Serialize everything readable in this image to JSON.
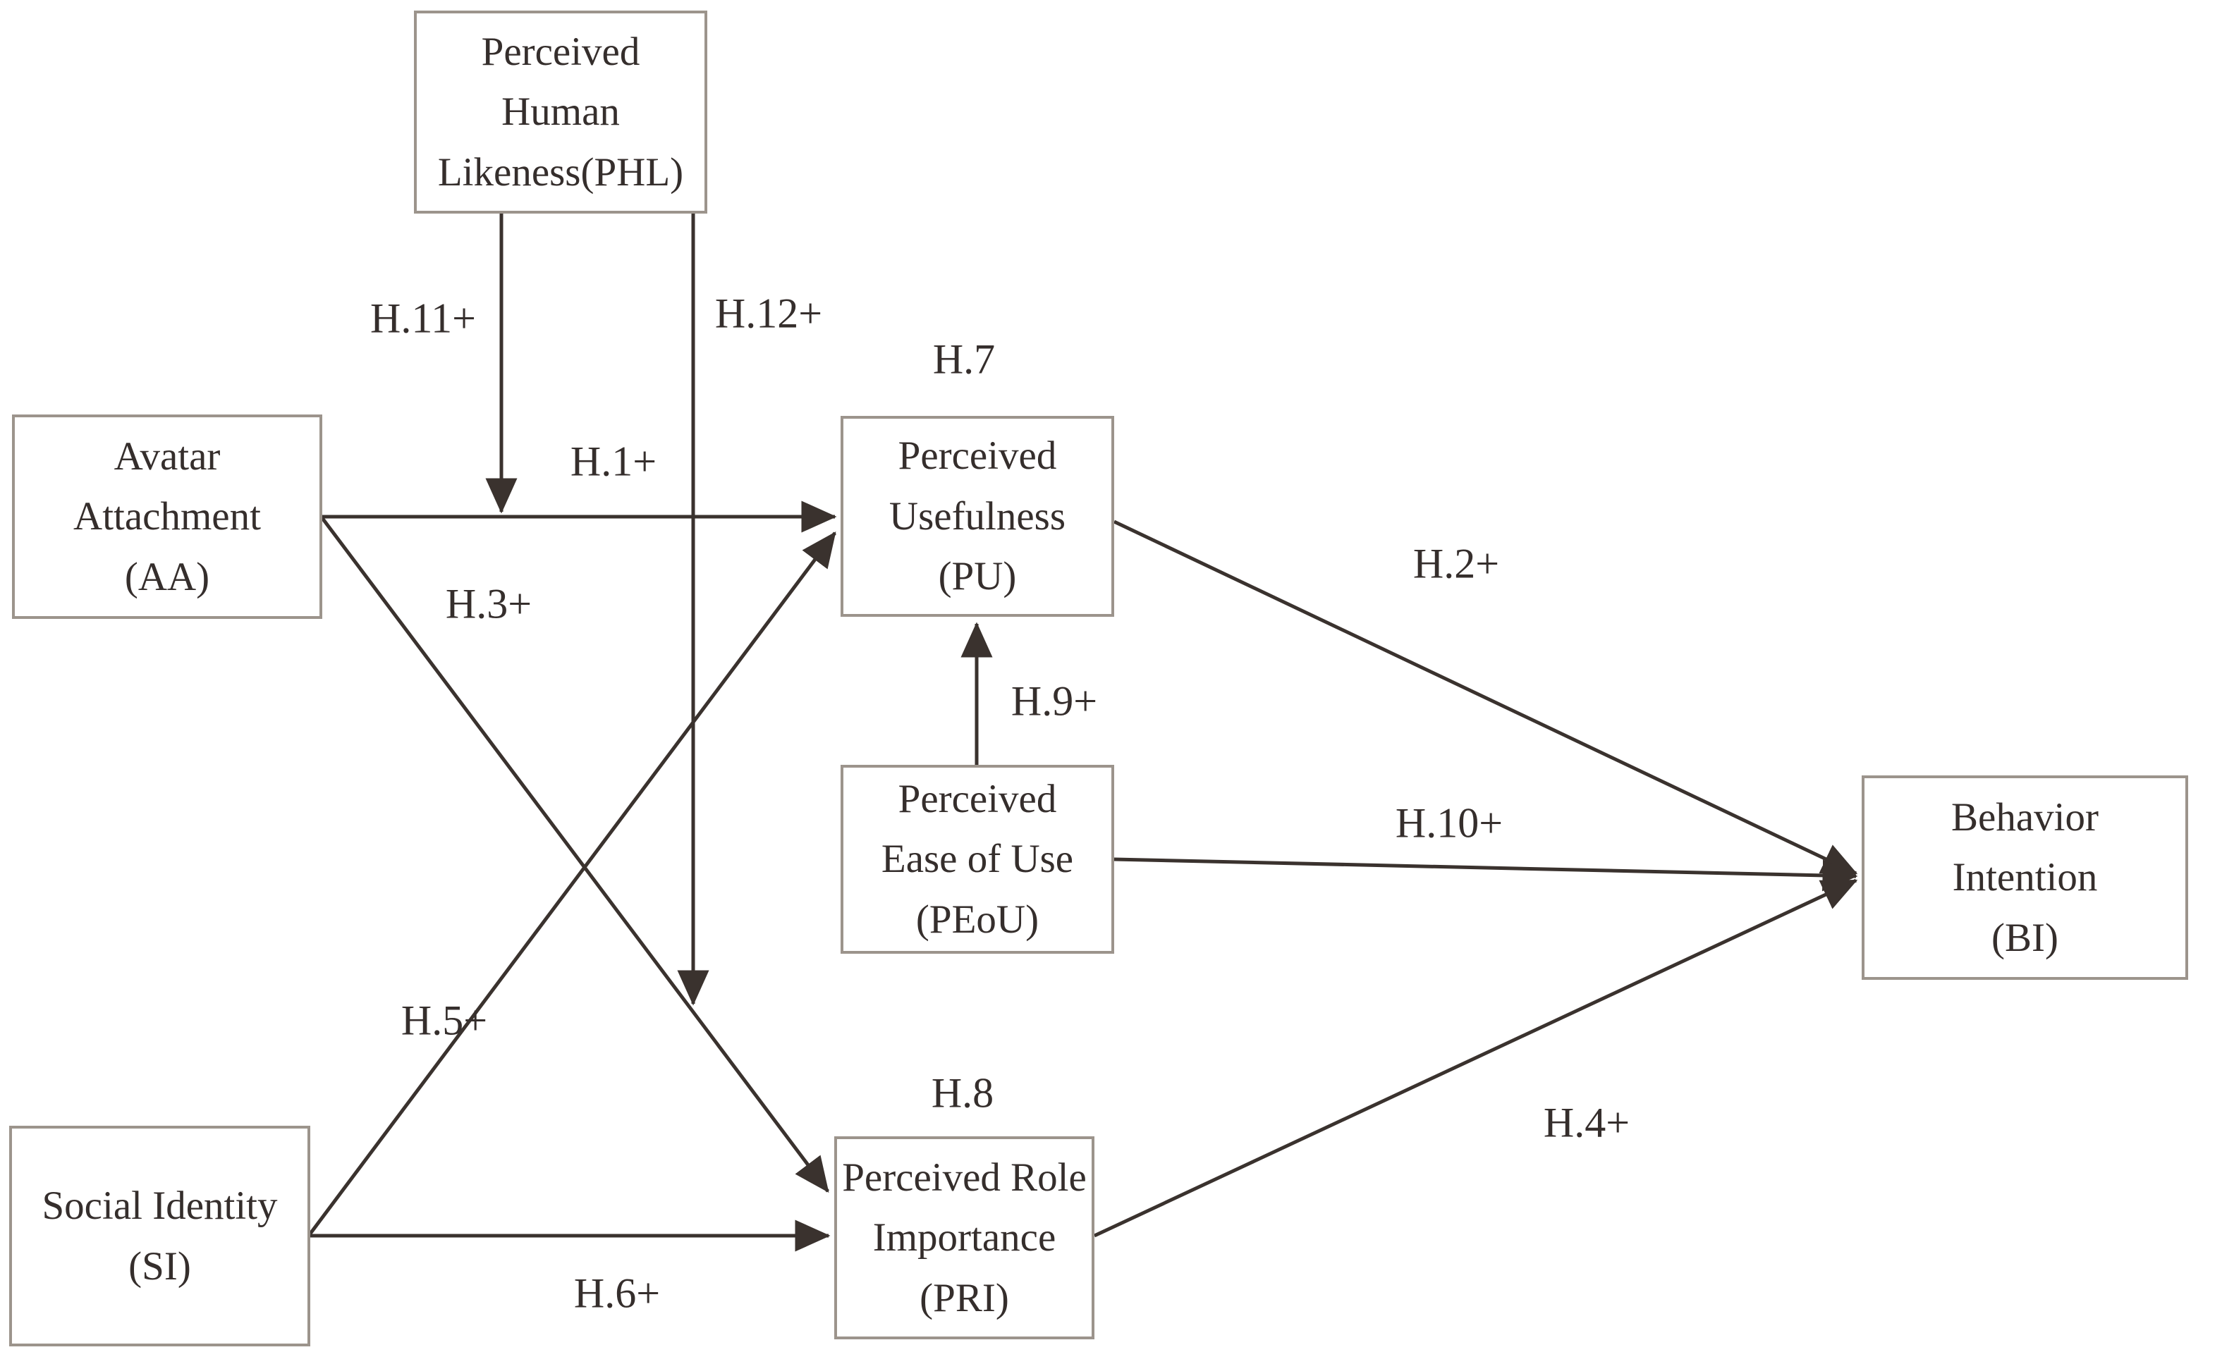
{
  "title": "Research model hypothesis diagram",
  "theme": {
    "background": "#ffffff",
    "box_border_color": "#9c948c",
    "arrow_color": "#3a322e",
    "text_color": "#352e2c"
  },
  "nodes": {
    "phl": {
      "label": "Perceived\nHuman\nLikeness(PHL)"
    },
    "aa": {
      "label": "Avatar\nAttachment\n(AA)"
    },
    "pu": {
      "label": "Perceived\nUsefulness\n(PU)"
    },
    "peou": {
      "label": "Perceived\nEase of Use\n(PEoU)"
    },
    "bi": {
      "label": "Behavior\nIntention\n(BI)"
    },
    "si": {
      "label": "Social Identity\n(SI)"
    },
    "pri": {
      "label": "Perceived Role\nImportance\n(PRI)"
    }
  },
  "hypotheses": {
    "h1": {
      "label": "H.1+",
      "from": "aa",
      "to": "pu"
    },
    "h2": {
      "label": "H.2+",
      "from": "pu",
      "to": "bi"
    },
    "h3": {
      "label": "H.3+",
      "from": "aa",
      "to": "pri"
    },
    "h4": {
      "label": "H.4+",
      "from": "pri",
      "to": "bi"
    },
    "h5": {
      "label": "H.5+",
      "from": "si",
      "to": "pu"
    },
    "h6": {
      "label": "H.6+",
      "from": "si",
      "to": "pri"
    },
    "h7": {
      "label": "H.7",
      "from": "",
      "to": "pu"
    },
    "h8": {
      "label": "H.8",
      "from": "",
      "to": "pri"
    },
    "h9": {
      "label": "H.9+",
      "from": "peou",
      "to": "pu"
    },
    "h10": {
      "label": "H.10+",
      "from": "peou",
      "to": "bi"
    },
    "h11": {
      "label": "H.11+",
      "from": "phl",
      "to": "path-h1"
    },
    "h12": {
      "label": "H.12+",
      "from": "phl",
      "to": "path-h3"
    }
  }
}
